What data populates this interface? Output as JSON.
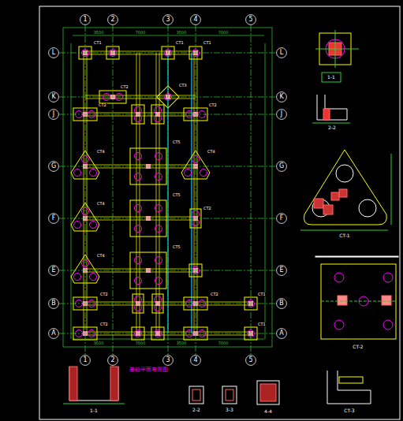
{
  "diagram": {
    "title": "基础平面布置图",
    "nodes": [
      {
        "text": [
          "1"
        ]
      },
      {
        "text": [
          "2"
        ]
      },
      {
        "text": [
          "3"
        ]
      },
      {
        "text": [
          "4"
        ]
      },
      {
        "text": [
          "5"
        ]
      },
      {
        "text": [
          "1"
        ]
      },
      {
        "text": [
          "2"
        ]
      },
      {
        "text": [
          "3"
        ]
      },
      {
        "text": [
          "4"
        ]
      },
      {
        "text": [
          "5"
        ]
      },
      {
        "text": [
          "L"
        ]
      },
      {
        "text": [
          "K"
        ]
      },
      {
        "text": [
          "J"
        ]
      },
      {
        "text": [
          "G"
        ]
      },
      {
        "text": [
          "F"
        ]
      },
      {
        "text": [
          "E"
        ]
      },
      {
        "text": [
          "B"
        ]
      },
      {
        "text": [
          "A"
        ]
      },
      {
        "text": [
          "L"
        ]
      },
      {
        "text": [
          "K"
        ]
      },
      {
        "text": [
          "J"
        ]
      },
      {
        "text": [
          "G"
        ]
      },
      {
        "text": [
          "F"
        ]
      },
      {
        "text": [
          "E"
        ]
      },
      {
        "text": [
          "B"
        ]
      },
      {
        "text": [
          "A"
        ]
      }
    ],
    "edges": [
      {
        "from": 0,
        "to": 5,
        "arrow": "none"
      },
      {
        "from": 1,
        "to": 6,
        "arrow": "none"
      },
      {
        "from": 2,
        "to": 7,
        "arrow": "none"
      },
      {
        "from": 3,
        "to": 8,
        "arrow": "none"
      },
      {
        "from": 4,
        "to": 9,
        "arrow": "none"
      },
      {
        "from": 10,
        "to": 18,
        "arrow": "none"
      },
      {
        "from": 11,
        "to": 19,
        "arrow": "none"
      },
      {
        "from": 12,
        "to": 20,
        "arrow": "none"
      },
      {
        "from": 13,
        "to": 21,
        "arrow": "none"
      },
      {
        "from": 14,
        "to": 22,
        "arrow": "none"
      },
      {
        "from": 15,
        "to": 23,
        "arrow": "none"
      },
      {
        "from": 16,
        "to": 24,
        "arrow": "none"
      },
      {
        "from": 17,
        "to": 25,
        "arrow": "none"
      }
    ],
    "labels": [
      "1-1",
      "2-2",
      "CT-1",
      "CT-2",
      "1-1",
      "2-2",
      "3-3",
      "4-4",
      "CT-3",
      "CT1",
      "CT1",
      "CT1",
      "CT2",
      "CT3",
      "CT2",
      "CT2",
      "CT4",
      "CT4",
      "CT4",
      "CT2",
      "CT4",
      "CT5",
      "CT5",
      "CT5",
      "CT2",
      "CT2",
      "CT1",
      "CT2",
      "CT1",
      "3500",
      "7000",
      "3500",
      "7000",
      "3500",
      "7000",
      "3500",
      "7000"
    ]
  }
}
